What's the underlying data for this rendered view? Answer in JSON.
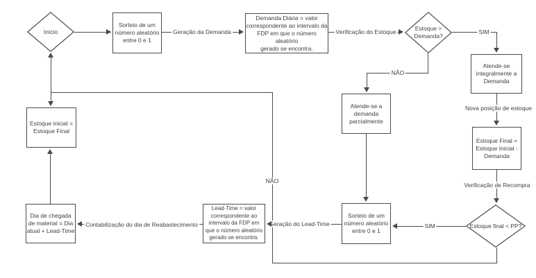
{
  "diagram_type": "flowchart",
  "colors": {
    "background": "#ffffff",
    "line": "#4a4a4a",
    "text": "#404040",
    "node_fill": "#ffffff"
  },
  "nodes": {
    "inicio": "Início",
    "sorteio_1": "Sorteio de um\nnúmero aleatório\nentre 0 e 1",
    "demanda_diaria": "Demanda Diária = valor\ncorrespondente ao intervalo da\nFDP em que o número aleatório\ngerado se encontra.",
    "decisao_estoque_demanda": "Estoque >\nDemanda?",
    "atende_integral": "Atende-se\nintegralmente a\nDemanda",
    "estoque_final": "Estoque Final =\nEstoque Inicial -\nDemanda",
    "decisao_estoque_pp": "Estoque final < PP?",
    "atende_parcial": "Atende-se a\ndemanda\nparcialmente",
    "sorteio_2": "Sorteio de um\nnúmero aleatório\nentre 0 e 1",
    "lead_time": "Lead-Time = valor\ncorrespondente ao\nintervalo da FDP em\nque o número aleatório\ngerado se encontra.",
    "dia_chegada": "Dia de chegada\nde material = Dia\natual + Lead-Time",
    "estoque_inicial": "Estoque inicial =\nEstoque Final"
  },
  "edge_labels": {
    "geracao_demanda": "Geração da Demanda",
    "verificacao_estoque": "Verificação do Estoque",
    "sim_estoque": "SIM",
    "nao_estoque": "NÃO",
    "nova_posicao": "Nova posição de estoque",
    "verificacao_recompra": "Verificação de Recompra",
    "sim_recompra": "SIM",
    "nao_recompra": "NÃO",
    "geracao_leadtime": "Geração do Lead-Time",
    "contabilizacao": "Contabilização do dia de Reabastecimento"
  }
}
